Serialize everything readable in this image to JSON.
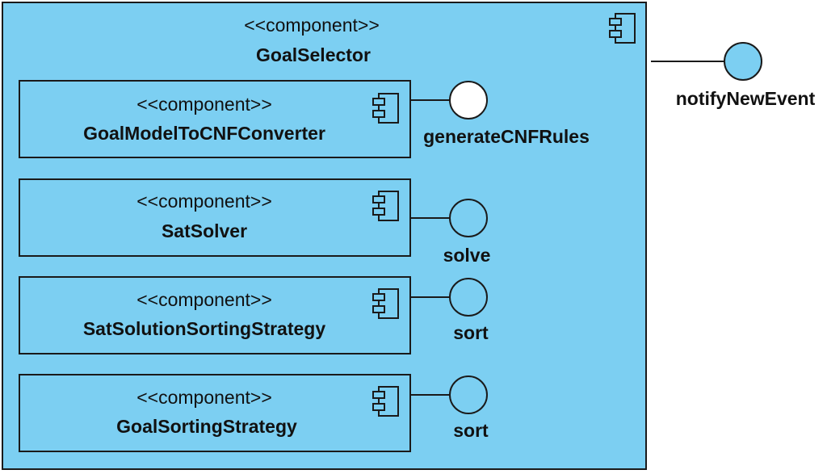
{
  "colors": {
    "component_fill": "#7ccff2",
    "interface_fill_outer": "#7ccff2",
    "interface_fill_inner": "#ffffff",
    "stroke": "#1a1a1a"
  },
  "outer": {
    "stereotype": "<<component>>",
    "name": "GoalSelector",
    "interface": {
      "name": "notifyNewEvent",
      "icon": "provided-interface-icon"
    }
  },
  "components": [
    {
      "stereotype": "<<component>>",
      "name": "GoalModelToCNFConverter",
      "interface": "generateCNFRules"
    },
    {
      "stereotype": "<<component>>",
      "name": "SatSolver",
      "interface": "solve"
    },
    {
      "stereotype": "<<component>>",
      "name": "SatSolutionSortingStrategy",
      "interface": "sort"
    },
    {
      "stereotype": "<<component>>",
      "name": "GoalSortingStrategy",
      "interface": "sort"
    }
  ]
}
